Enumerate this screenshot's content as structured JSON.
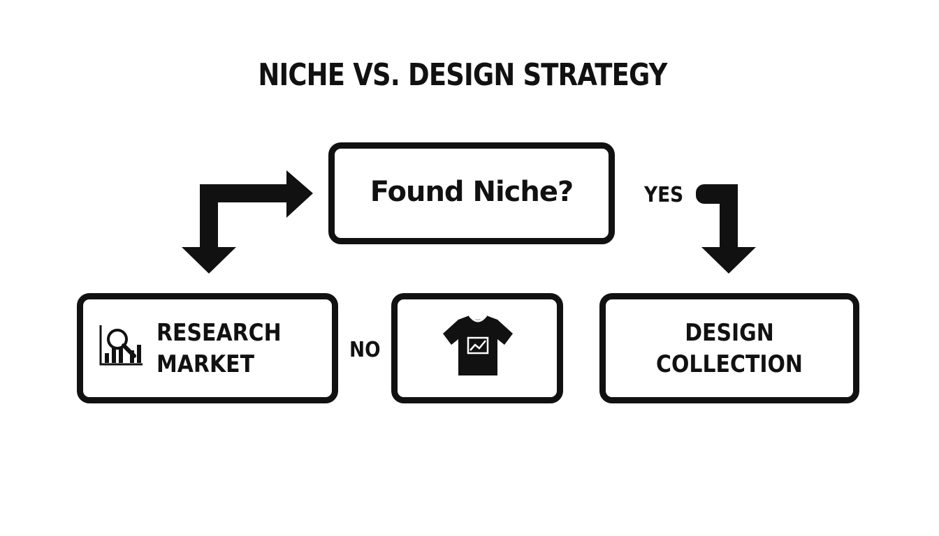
{
  "title": "NICHE VS. DESIGN STRATEGY",
  "decision": {
    "label": "Found Niche?"
  },
  "branches": {
    "yes_label": "YES",
    "no_label": "NO"
  },
  "boxes": {
    "research": {
      "line1": "RESEARCH",
      "line2": "MARKET",
      "icon": "market-research-chart-icon"
    },
    "middle": {
      "icon": "tshirt-trend-icon"
    },
    "design": {
      "line1": "DESIGN",
      "line2": "COLLECTION"
    }
  },
  "colors": {
    "stroke": "#111111",
    "background": "#ffffff"
  }
}
